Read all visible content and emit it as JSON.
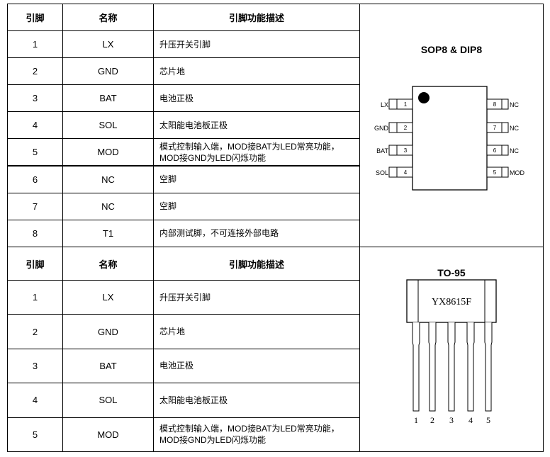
{
  "headers": [
    "引脚",
    "名称",
    "引脚功能描述"
  ],
  "sop_table": [
    {
      "pin": "1",
      "name": "LX",
      "desc": "升压开关引脚"
    },
    {
      "pin": "2",
      "name": "GND",
      "desc": "芯片地"
    },
    {
      "pin": "3",
      "name": "BAT",
      "desc": "电池正极"
    },
    {
      "pin": "4",
      "name": "SOL",
      "desc": "太阳能电池板正极"
    },
    {
      "pin": "5",
      "name": "MOD",
      "desc": "模式控制输入端，MOD接BAT为LED常亮功能，",
      "desc2": "MOD接GND为LED闪烁功能"
    },
    {
      "pin": "6",
      "name": "NC",
      "desc": "空脚"
    },
    {
      "pin": "7",
      "name": "NC",
      "desc": "空脚"
    },
    {
      "pin": "8",
      "name": "T1",
      "desc": "内部测试脚，不可连接外部电路"
    }
  ],
  "to_table": [
    {
      "pin": "1",
      "name": "LX",
      "desc": "升压开关引脚"
    },
    {
      "pin": "2",
      "name": "GND",
      "desc": "芯片地"
    },
    {
      "pin": "3",
      "name": "BAT",
      "desc": "电池正极"
    },
    {
      "pin": "4",
      "name": "SOL",
      "desc": "太阳能电池板正极"
    },
    {
      "pin": "5",
      "name": "MOD",
      "desc": "模式控制输入端，MOD接BAT为LED常亮功能，",
      "desc2": "MOD接GND为LED闪烁功能"
    }
  ],
  "sop_diagram": {
    "title": "SOP8 & DIP8",
    "left_pins": [
      {
        "num": "1",
        "label": "LX"
      },
      {
        "num": "2",
        "label": "GND"
      },
      {
        "num": "3",
        "label": "BAT"
      },
      {
        "num": "4",
        "label": "SOL"
      }
    ],
    "right_pins": [
      {
        "num": "8",
        "label": "NC"
      },
      {
        "num": "7",
        "label": "NC"
      },
      {
        "num": "6",
        "label": "NC"
      },
      {
        "num": "5",
        "label": "MOD"
      }
    ]
  },
  "to_diagram": {
    "title": "TO-95",
    "marking": "YX8615F",
    "pins": [
      "1",
      "2",
      "3",
      "4",
      "5"
    ]
  }
}
